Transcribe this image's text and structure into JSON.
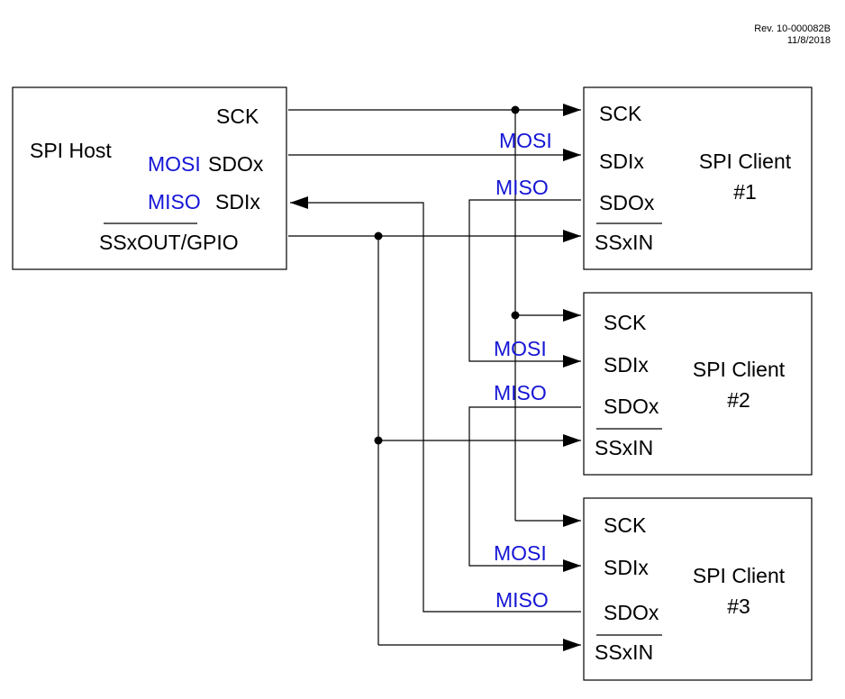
{
  "revision": {
    "line1": "Rev. 10-000082B",
    "line2": "11/8/2018"
  },
  "colors": {
    "signal_alias": "#1515d6",
    "line": "#000000",
    "background": "#ffffff"
  },
  "host": {
    "title": "SPI Host",
    "sck": "SCK",
    "mosi_alias": "MOSI",
    "sdo": "SDOx",
    "miso_alias": "MISO",
    "sdi": "SDIx",
    "ss": "SSxOUT/GPIO"
  },
  "clients": [
    {
      "title_line1": "SPI Client",
      "title_line2": "#1",
      "sck": "SCK",
      "sdi": "SDIx",
      "sdo": "SDOx",
      "ss": "SSxIN",
      "mosi_alias": "MOSI",
      "miso_alias": "MISO"
    },
    {
      "title_line1": "SPI Client",
      "title_line2": "#2",
      "sck": "SCK",
      "sdi": "SDIx",
      "sdo": "SDOx",
      "ss": "SSxIN",
      "mosi_alias": "MOSI",
      "miso_alias": "MISO"
    },
    {
      "title_line1": "SPI Client",
      "title_line2": "#3",
      "sck": "SCK",
      "sdi": "SDIx",
      "sdo": "SDOx",
      "ss": "SSxIN",
      "mosi_alias": "MOSI",
      "miso_alias": "MISO"
    }
  ]
}
